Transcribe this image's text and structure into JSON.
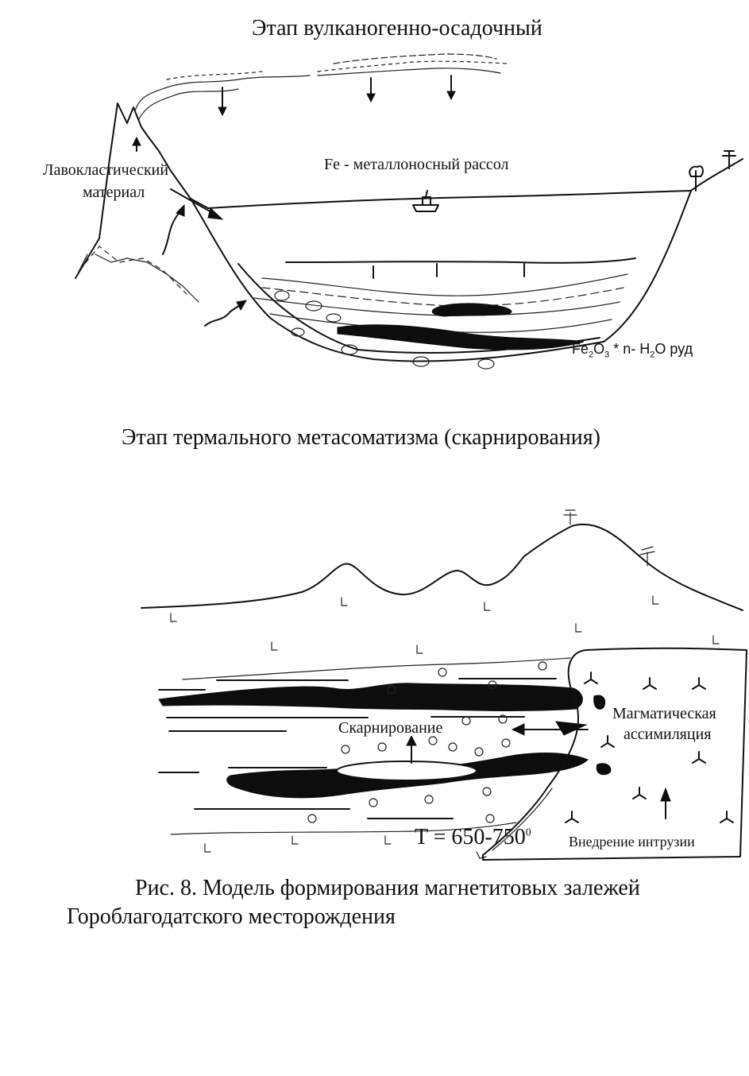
{
  "stage1": {
    "title": "Этап вулканогенно-осадочный",
    "label_lavoclastic_line1": "Лавокластический",
    "label_lavoclastic_line2": "материал",
    "label_brine": "Fe - металлоносный рассол",
    "label_ore_pre": "Fe",
    "label_ore_sub1": "2",
    "label_ore_mid": "O",
    "label_ore_sub2": "3",
    "label_ore_mid2": " * n- H",
    "label_ore_sub3": "2",
    "label_ore_post": "O руд"
  },
  "stage2": {
    "title": "Этап термального метасоматизма (скарнирования)",
    "label_skarn": "Скарнирование",
    "label_assim_line1": "Магматическая",
    "label_assim_line2": "ассимиляция",
    "label_temp": "T = 650-750",
    "label_temp_deg": "0",
    "label_intrusion": "Внедрение интрузии"
  },
  "caption": {
    "line1": "Рис. 8. Модель формирования магнетитовых залежей",
    "line2": "Гороблагодатского месторождения"
  }
}
